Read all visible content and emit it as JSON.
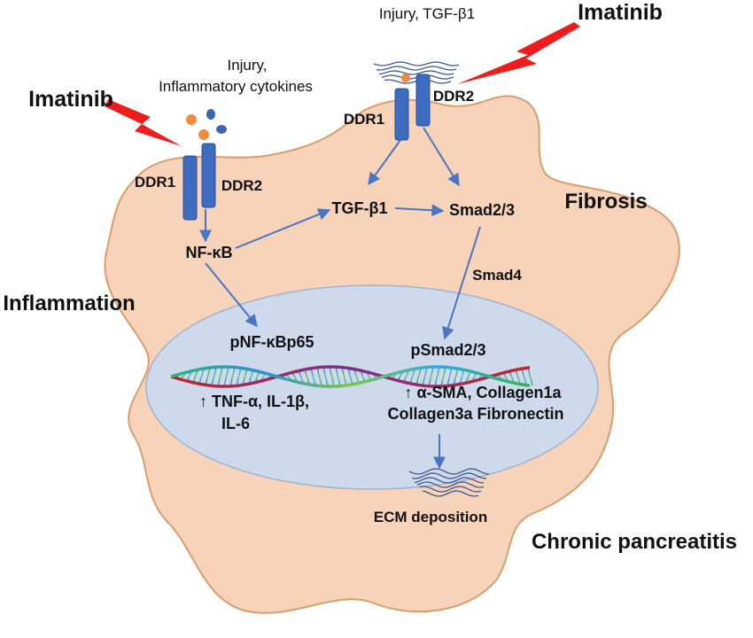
{
  "colors": {
    "cell_fill": "#f7d3b9",
    "cell_stroke": "#d99d6c",
    "nucleus_fill": "#cfd9ec",
    "nucleus_stroke": "#9fb2cf",
    "receptor": "#3c6bc0",
    "receptor_stroke": "#2a4f93",
    "arrow": "#4a74c4",
    "bolt": "#ee1c1c",
    "ligand_orange": "#f08a3c",
    "ligand_blue": "#3a67b5"
  },
  "labels": {
    "left_stimulus_line1": "Injury,",
    "left_stimulus_line2": "Inflammatory cytokines",
    "top_stimulus": "Injury, TGF-β1",
    "imatinib_left": "Imatinib",
    "imatinib_right": "Imatinib",
    "ddr1_left": "DDR1",
    "ddr2_left": "DDR2",
    "ddr1_right": "DDR1",
    "ddr2_right": "DDR2",
    "nfkb": "NF-κB",
    "tgfb1": "TGF-β1",
    "smad23": "Smad2/3",
    "smad4": "Smad4",
    "fibrosis": "Fibrosis",
    "inflammation": "Inflammation",
    "pnfkb": "pNF-κBp65",
    "psmad": "pSmad2/3",
    "cytokines_line1": "↑ TNF-α, IL-1β,",
    "cytokines_line2": "IL-6",
    "fibro_genes_line1": "↑ α-SMA, Collagen1a",
    "fibro_genes_line2": "Collagen3a Fibronectin",
    "ecm": "ECM deposition",
    "chronic_pancreatitis": "Chronic pancreatitis"
  }
}
